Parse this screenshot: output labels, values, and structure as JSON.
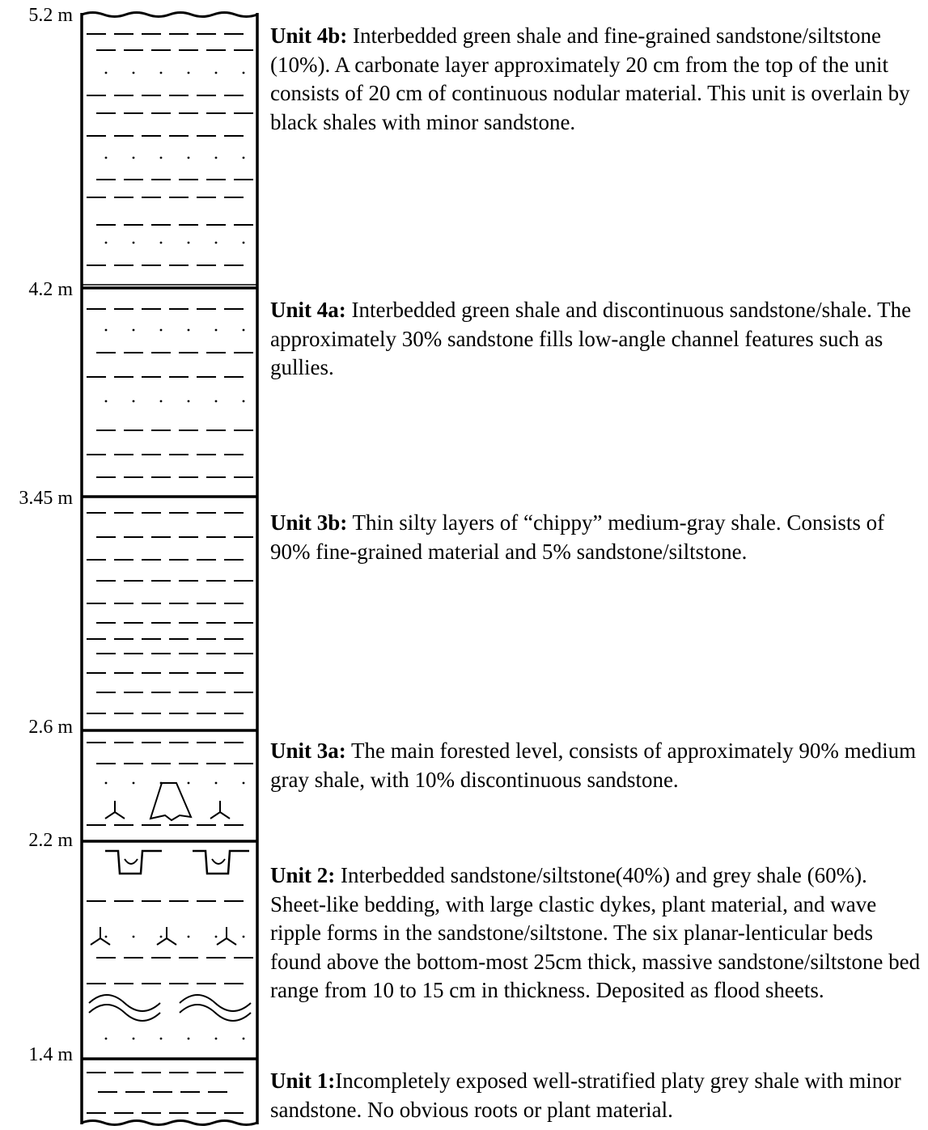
{
  "depths": [
    "5.2 m",
    "4.2 m",
    "3.45 m",
    "2.6 m",
    "2.2 m",
    "1.4 m"
  ],
  "units": [
    {
      "name": "Unit 4b:",
      "text": " Interbedded green shale and fine-grained sandstone/siltstone (10%). A carbonate layer approximately 20 cm from the top of the unit consists of 20 cm of continuous nodular material. This unit is overlain by black shales with minor sandstone."
    },
    {
      "name": "Unit 4a:",
      "text": " Interbedded green shale and discontinuous sandstone/shale. The approximately 30% sandstone fills low-angle channel features such as gullies."
    },
    {
      "name": "Unit 3b:",
      "text": " Thin silty layers of “chippy” medium-gray shale. Consists of 90% fine-grained material and 5% sandstone/siltstone."
    },
    {
      "name": "Unit 3a:",
      "text": " The main forested level, consists of approximately 90% medium gray shale, with 10% discontinuous sandstone."
    },
    {
      "name": "Unit 2:",
      "text": " Interbedded sandstone/siltstone(40%) and grey shale (60%). Sheet-like bedding, with large clastic dykes, plant material, and wave ripple forms in the sandstone/siltstone. The six planar-lenticular beds found above the bottom-most 25cm thick, massive sandstone/siltstone bed range from 10 to 15 cm in thickness. Deposited as flood sheets."
    },
    {
      "name": "Unit 1:",
      "text": "Incompletely exposed  well-stratified platy grey shale with minor sandstone. No obvious roots or plant material."
    }
  ]
}
